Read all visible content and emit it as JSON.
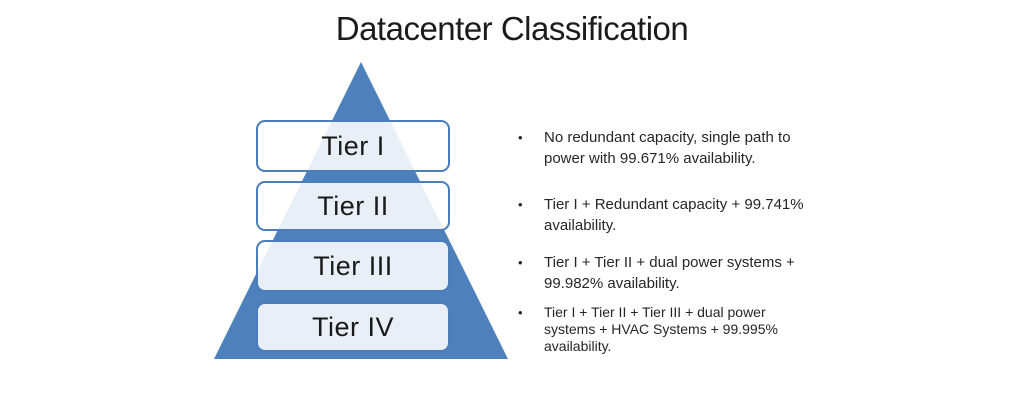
{
  "title": "Datacenter Classification",
  "bullet_char": "•",
  "colors": {
    "pyramid_blue": "#4e80bb",
    "box_border": "#4a7ebb",
    "box_fill": "rgba(255,255,255,0.87)",
    "text": "#262626"
  },
  "tiers": [
    {
      "label": "Tier I",
      "description": "No redundant capacity, single path to\npower with 99.671% availability."
    },
    {
      "label": "Tier II",
      "description": "Tier I + Redundant capacity + 99.741%\navailability."
    },
    {
      "label": "Tier III",
      "description": "Tier I + Tier II + dual power systems +\n99.982% availability."
    },
    {
      "label": "Tier IV",
      "description": "Tier I + Tier II + Tier III + dual power\nsystems + HVAC Systems + 99.995%\navailability."
    }
  ]
}
